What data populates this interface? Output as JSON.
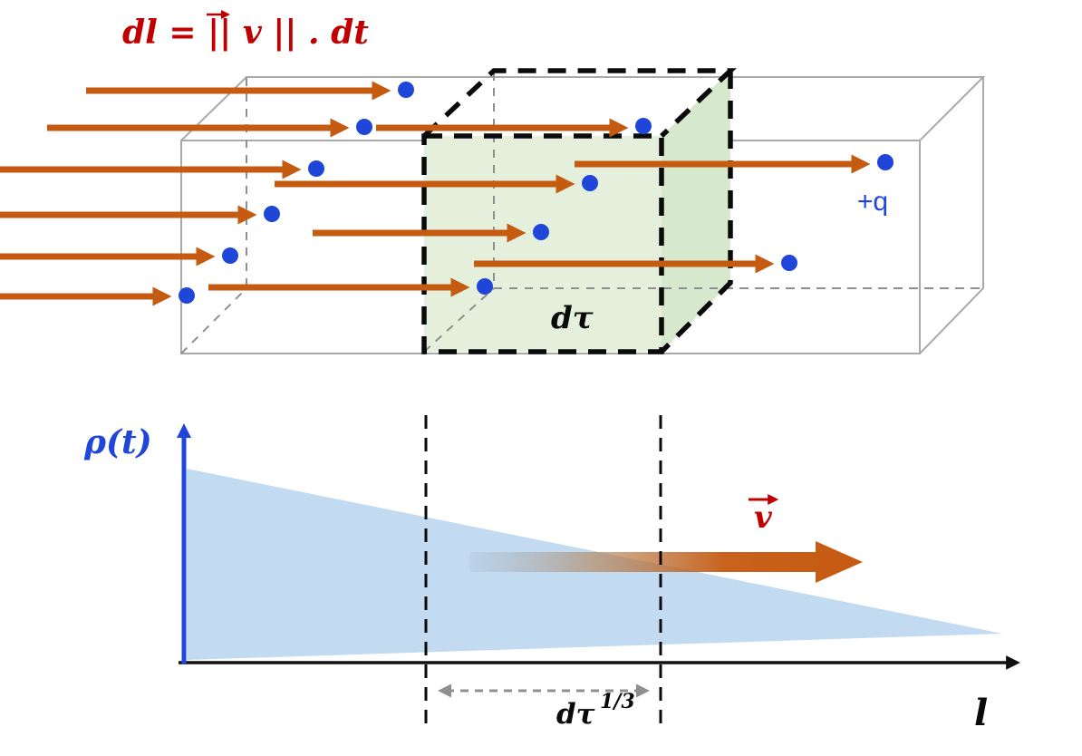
{
  "top_diagram": {
    "formula_prefix": "dl = ||",
    "formula_v": "v",
    "formula_suffix": "|| . dt",
    "volume_label": "dτ",
    "charge_label": "+q"
  },
  "graph": {
    "density_label": "ρ(t)",
    "length_label": "l",
    "velocity_label": "v",
    "interval_label_base": "dτ",
    "interval_label_exponent": "1/3"
  },
  "colors": {
    "arrow_orange": "#c55a11",
    "charge_blue": "#1f46d8",
    "formula_red": "#c00000",
    "label_blue": "#1f46d8",
    "volume_green_front": "#e4f0dc",
    "volume_green_side": "#d7e9cd",
    "density_fill": "#bdd7ee",
    "box_gray": "#a9a9a9",
    "dash_gray": "#8f8f8f",
    "axis_black": "#111111"
  }
}
